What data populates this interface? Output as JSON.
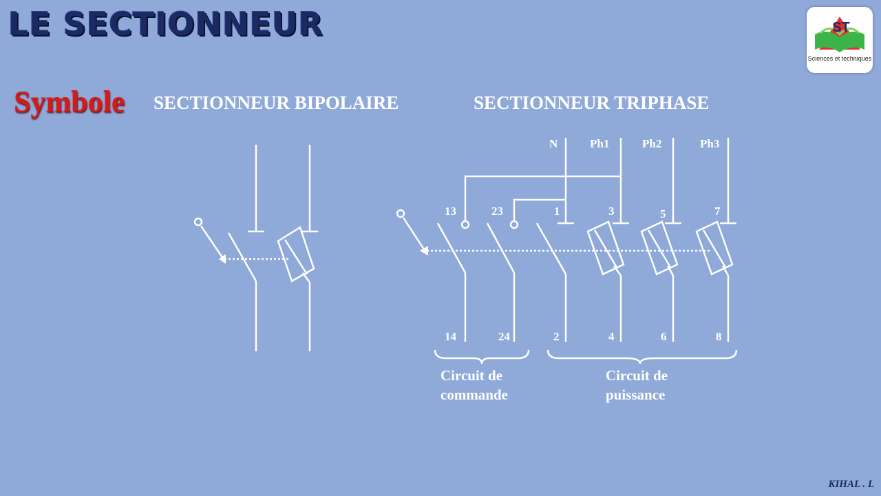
{
  "header": {
    "title": "LE SECTIONNEUR"
  },
  "section": {
    "label": "Symbole"
  },
  "subtitles": {
    "bipolaire": "SECTIONNEUR BIPOLAIRE",
    "triphase": "SECTIONNEUR TRIPHASE"
  },
  "logo": {
    "letters": "ST",
    "caption": "Sciences et techniques"
  },
  "diagram": {
    "phases": {
      "n": "N",
      "ph1": "Ph1",
      "ph2": "Ph2",
      "ph3": "Ph3"
    },
    "terminals_top": {
      "t13": "13",
      "t23": "23",
      "t1": "1",
      "t3": "3",
      "t5": "5",
      "t7": "7"
    },
    "terminals_bottom": {
      "t14": "14",
      "t24": "24",
      "t2": "2",
      "t4": "4",
      "t6": "6",
      "t8": "8"
    },
    "groups": {
      "commande_l1": "Circuit de",
      "commande_l2": "commande",
      "puissance_l1": "Circuit de",
      "puissance_l2": "puissance"
    }
  },
  "footer": {
    "author": "KIHAL . L"
  },
  "colors": {
    "background": "#8fa9d9",
    "title": "#1b2a63",
    "accent": "#d61a1a",
    "lines": "#ffffff"
  }
}
